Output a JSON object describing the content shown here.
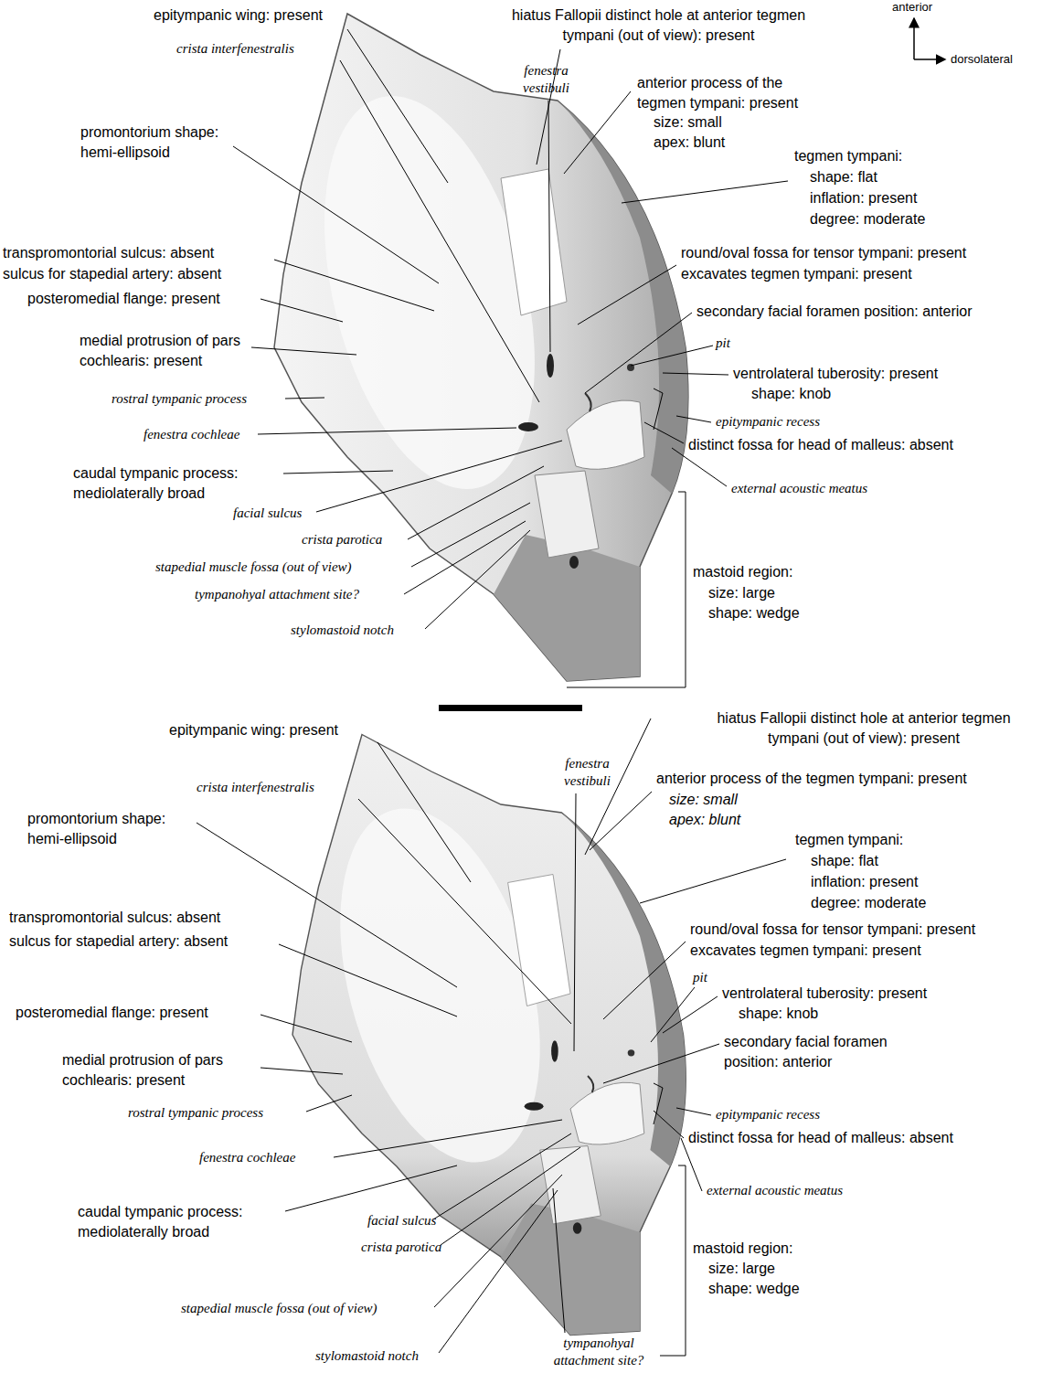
{
  "diagram": {
    "labels": [
      "anterior",
      "dorsolateral",
      "epitympanic wing: present",
      "hiatus Fallopii distinct hole at anterior tegmen tympani (out of view): present",
      "crista interfenestralis",
      "fenestra vestibuli",
      "anterior process of the tegmen tympani: present",
      "size: small",
      "apex: blunt",
      "promontorium shape: hemi-ellipsoid",
      "tegmen tympani:",
      "shape: flat",
      "inflation: present",
      "degree: moderate",
      "round/oval fossa for tensor tympani: present",
      "excavates tegmen tympani: present",
      "transpromontorial sulcus: absent",
      "sulcus for stapedial artery: absent",
      "posteromedial flange: present",
      "secondary facial foramen position: anterior",
      "medial protrusion of pars cochlearis: present",
      "pit",
      "ventrolateral tuberosity: present",
      "shape: knob",
      "rostral tympanic process",
      "epitympanic recess",
      "fenestra cochleae",
      "distinct fossa for head of malleus: absent",
      "caudal tympanic process: mediolaterally broad",
      "external acoustic meatus",
      "facial sulcus",
      "crista parotica",
      "stapedial muscle fossa (out of view)",
      "mastoid region:",
      "size: large",
      "shape: wedge",
      "tympanohyal attachment site?",
      "stylomastoid notch",
      "epitympanic wing: present",
      "hiatus Fallopii distinct hole at anterior tegmen tympani (out of view): present",
      "fenestra vestibuli",
      "crista interfenestralis",
      "anterior process of the tegmen tympani: present",
      "size: small",
      "apex: blunt",
      "promontorium shape: hemi-ellipsoid",
      "tegmen tympani:",
      "shape: flat",
      "inflation: present",
      "degree: moderate",
      "transpromontorial sulcus: absent",
      "sulcus for stapedial artery: absent",
      "round/oval fossa for tensor tympani: present",
      "excavates tegmen tympani: present",
      "pit",
      "ventrolateral tuberosity: present",
      "shape: knob",
      "posteromedial flange: present",
      "secondary facial foramen position: anterior",
      "medial protrusion of pars cochlearis: present",
      "rostral tympanic process",
      "epitympanic recess",
      "distinct fossa for head of malleus: absent",
      "fenestra cochleae",
      "external acoustic meatus",
      "caudal tympanic process: mediolaterally broad",
      "facial sulcus",
      "mastoid region:",
      "size: large",
      "shape: wedge",
      "crista parotica",
      "stapedial muscle fossa (out of view)",
      "stylomastoid notch",
      "tympanohyal attachment site?"
    ]
  }
}
